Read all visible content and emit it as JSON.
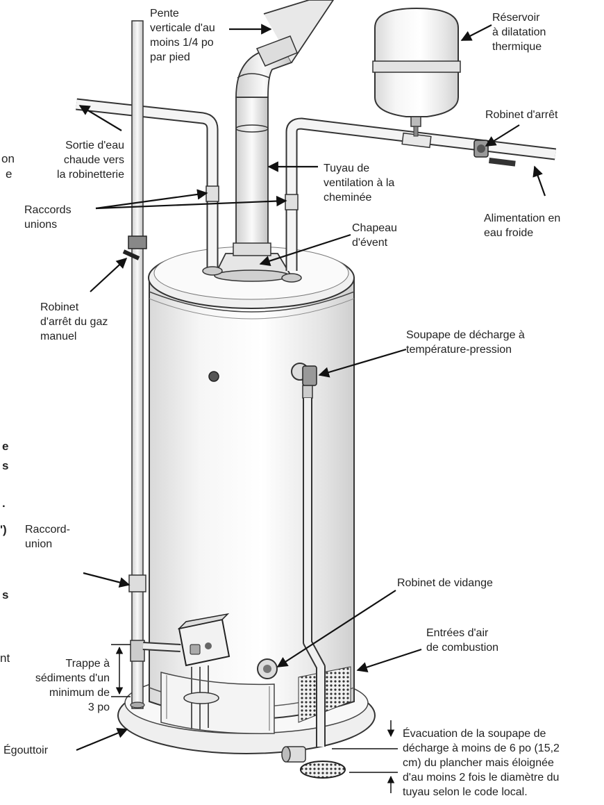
{
  "labels": {
    "slope": "Pente\nverticale d'au\nmoins 1/4 po\npar pied",
    "expansion_tank": "Réservoir\nà dilatation\nthermique",
    "shutoff_valve": "Robinet d'arrêt",
    "hot_outlet": "Sortie d'eau\nchaude vers\nla robinetterie",
    "vent_pipe": "Tuyau de\nventilation à la\ncheminée",
    "unions": "Raccords\nunions",
    "cold_supply": "Alimentation en\neau froide",
    "draft_hood": "Chapeau\nd'évent",
    "gas_shutoff": "Robinet\nd'arrêt du gaz\nmanuel",
    "tp_valve": "Soupape de décharge à\ntempérature-pression",
    "union_single": "Raccord-\nunion",
    "drain_valve": "Robinet de vidange",
    "air_inlets": "Entrées d'air\nde combustion",
    "sediment_trap": "Trappe à\nsédiments d'un\nminimum de\n3 po",
    "drain_pan": "Égouttoir",
    "discharge": "Évacuation de la soupape de\ndécharge à moins de 6 po (15,2\ncm) du plancher mais éloignée\nd'au moins 2 fois le diamètre du\ntuyau selon le code local."
  },
  "clipped_text": {
    "c1": "on",
    "c2": "e",
    "c3": "e",
    "c4": "s",
    "c5": ".",
    "c6": "')",
    "c7": "s",
    "c8": "nt"
  }
}
